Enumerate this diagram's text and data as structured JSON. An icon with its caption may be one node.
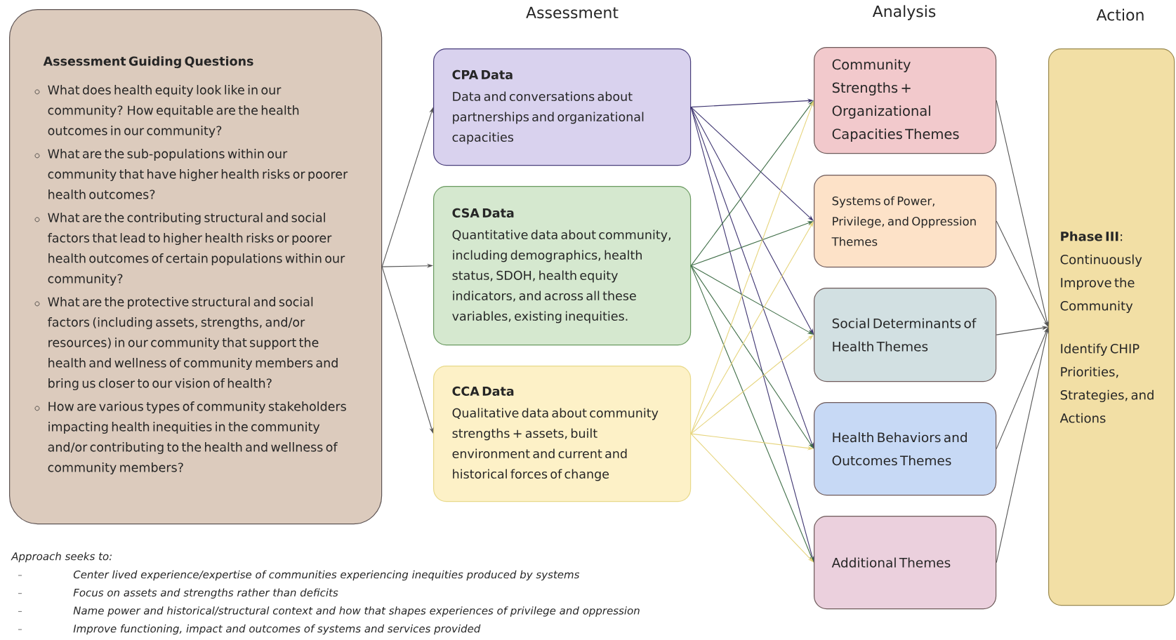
{
  "diagram": {
    "nodes": [
      {
        "text": [
          "Assessment Guiding Questions",
          "What does health equity look like in our community? How equitable are the health outcomes in our community?",
          "What are the sub-populations within our community that have higher health risks or poorer health outcomes?",
          "What are the contributing structural and social factors that lead to higher health risks or poorer health outcomes of certain populations within our community?",
          "What are the protective structural and social factors (including assets, strengths, and/or resources) in our community that support the health and wellness of community members and bring us closer to our vision of health?",
          "How are various types of community stakeholders impacting health inequities in the community and/or contributing to the health and wellness of community members?"
        ]
      },
      {
        "text": [
          "CPA Data",
          "Data and conversations about partnerships and organizational capacities"
        ]
      },
      {
        "text": [
          "CSA Data",
          "Quantitative data about community, including demographics, health status, SDOH, health equity indicators, and across all these variables, existing inequities."
        ]
      },
      {
        "text": [
          "CCA Data",
          "Qualitative data about community strengths + assets, built environment and current and historical forces of change"
        ]
      },
      {
        "text": [
          "Community Strengths + Organizational Capacities Themes"
        ]
      },
      {
        "text": [
          "Systems of Power, Privilege, and Oppression Themes"
        ]
      },
      {
        "text": [
          "Social Determinants of Health Themes"
        ]
      },
      {
        "text": [
          "Health Behaviors and Outcomes Themes"
        ]
      },
      {
        "text": [
          "Additional Themes"
        ]
      },
      {
        "text": [
          "**Phase III**: Continuously Improve the Community",
          "Identify CHIP Priorities, Strategies, and Actions"
        ]
      }
    ],
    "edges": [
      {
        "from": 0,
        "to": 1,
        "arrow": "to"
      },
      {
        "from": 0,
        "to": 2,
        "arrow": "to"
      },
      {
        "from": 0,
        "to": 3,
        "arrow": "to"
      },
      {
        "from": 1,
        "to": 4,
        "arrow": "to",
        "color": "#3d3470"
      },
      {
        "from": 1,
        "to": 5,
        "arrow": "to",
        "color": "#3d3470"
      },
      {
        "from": 1,
        "to": 6,
        "arrow": "to",
        "color": "#3d3470"
      },
      {
        "from": 1,
        "to": 7,
        "arrow": "to",
        "color": "#3d3470"
      },
      {
        "from": 1,
        "to": 8,
        "arrow": "to",
        "color": "#3d3470"
      },
      {
        "from": 2,
        "to": 4,
        "arrow": "to",
        "color": "#3f6e47"
      },
      {
        "from": 2,
        "to": 5,
        "arrow": "to",
        "color": "#3f6e47"
      },
      {
        "from": 2,
        "to": 6,
        "arrow": "to",
        "color": "#3f6e47"
      },
      {
        "from": 2,
        "to": 7,
        "arrow": "to",
        "color": "#3f6e47"
      },
      {
        "from": 2,
        "to": 8,
        "arrow": "to",
        "color": "#3f6e47"
      },
      {
        "from": 3,
        "to": 4,
        "arrow": "to",
        "color": "#e6d47c"
      },
      {
        "from": 3,
        "to": 5,
        "arrow": "to",
        "color": "#e6d47c"
      },
      {
        "from": 3,
        "to": 6,
        "arrow": "to",
        "color": "#e6d47c"
      },
      {
        "from": 3,
        "to": 7,
        "arrow": "to",
        "color": "#e6d47c"
      },
      {
        "from": 3,
        "to": 8,
        "arrow": "to",
        "color": "#e6d47c"
      },
      {
        "from": 4,
        "to": 9,
        "arrow": "to"
      },
      {
        "from": 5,
        "to": 9,
        "arrow": "to"
      },
      {
        "from": 6,
        "to": 9,
        "arrow": "to"
      },
      {
        "from": 7,
        "to": 9,
        "arrow": "to"
      },
      {
        "from": 8,
        "to": 9,
        "arrow": "to"
      }
    ],
    "labels": [
      "Assessment",
      "Analysis",
      "Action",
      "Approach seeks to:",
      "Center lived experience/expertise of communities experiencing inequities produced by systems",
      "Focus on assets and strengths rather than deficits",
      "Name power and historical/structural context and how that shapes experiences of privilege and oppression",
      "Improve functioning, impact and outcomes of systems and services provided"
    ]
  }
}
